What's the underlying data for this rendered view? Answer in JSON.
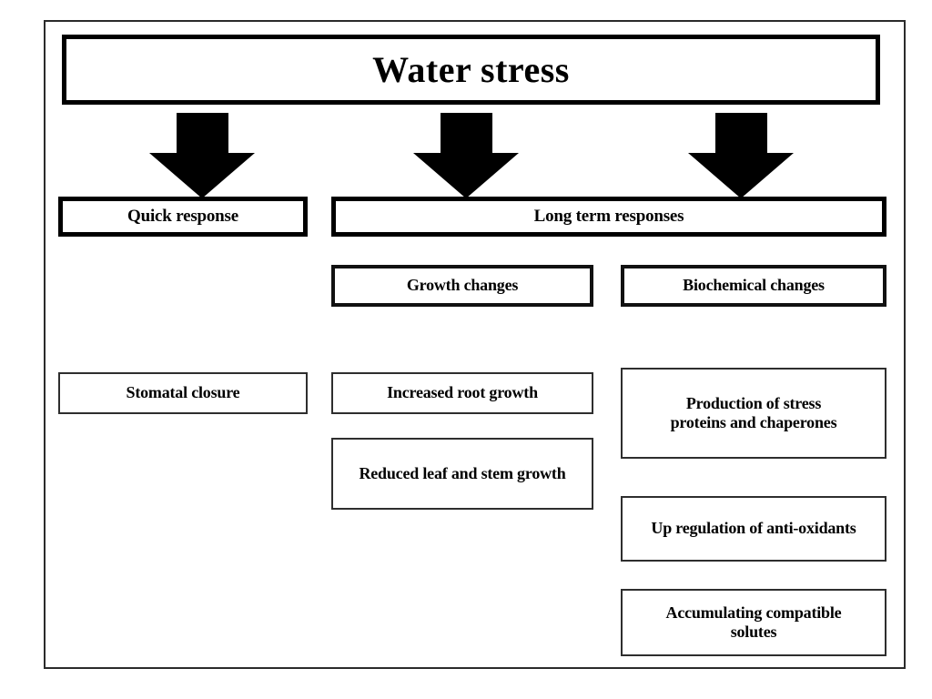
{
  "diagram": {
    "type": "flowchart",
    "title": "Water stress",
    "root": {
      "label": "Water stress"
    },
    "arrows": [
      {
        "name": "arrow-to-quick-response",
        "direction": "down"
      },
      {
        "name": "arrow-to-long-term-responses-left",
        "direction": "down"
      },
      {
        "name": "arrow-to-long-term-responses-right",
        "direction": "down"
      }
    ],
    "level1": [
      {
        "label": "Quick response"
      },
      {
        "label": "Long term responses"
      }
    ],
    "level2": [
      {
        "label": "Growth changes"
      },
      {
        "label": "Biochemical changes"
      }
    ],
    "leaves": {
      "quick_response": [
        {
          "label": "Stomatal closure"
        }
      ],
      "growth_changes": [
        {
          "label": "Increased root growth"
        },
        {
          "label": "Reduced leaf and stem growth"
        }
      ],
      "biochemical_changes": [
        {
          "label": "Production of stress proteins and chaperones"
        },
        {
          "label": "Up regulation of anti-oxidants"
        },
        {
          "label": "Accumulating compatible solutes"
        }
      ]
    }
  },
  "colors": {
    "ink": "#000000",
    "frame": "#2b2b2b",
    "background": "#ffffff"
  }
}
